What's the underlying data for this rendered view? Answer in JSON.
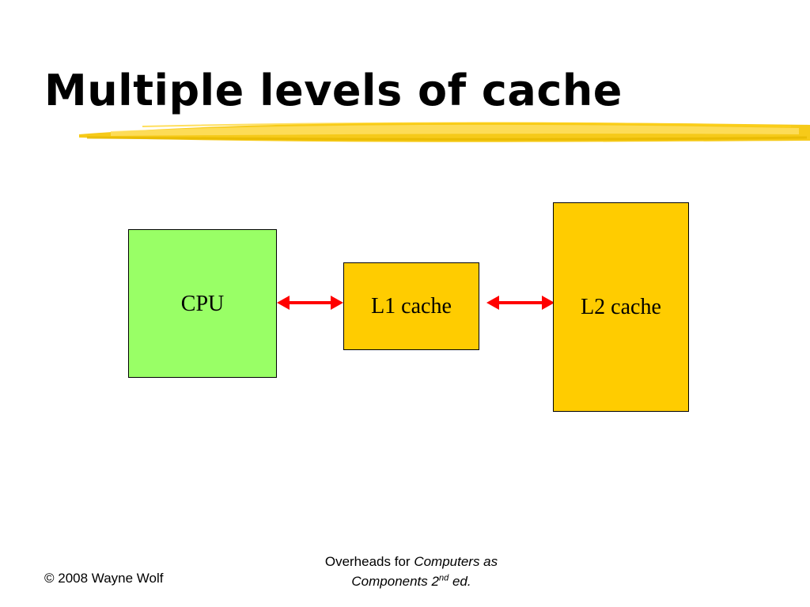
{
  "slide": {
    "title": "Multiple levels of cache"
  },
  "diagram": {
    "cpu_label": "CPU",
    "l1_label": "L1 cache",
    "l2_label": "L2 cache",
    "colors": {
      "cpu_fill": "#99ff66",
      "cache_fill": "#ffcc00",
      "arrow": "#ff0000",
      "underline": "#f5c400"
    }
  },
  "footer": {
    "copyright": "© 2008 Wayne Wolf",
    "overheads_prefix": "Overheads for",
    "book_line1": "Computers as",
    "book_line2": "Components 2",
    "edition_sup": "nd",
    "edition_suffix": "ed."
  }
}
